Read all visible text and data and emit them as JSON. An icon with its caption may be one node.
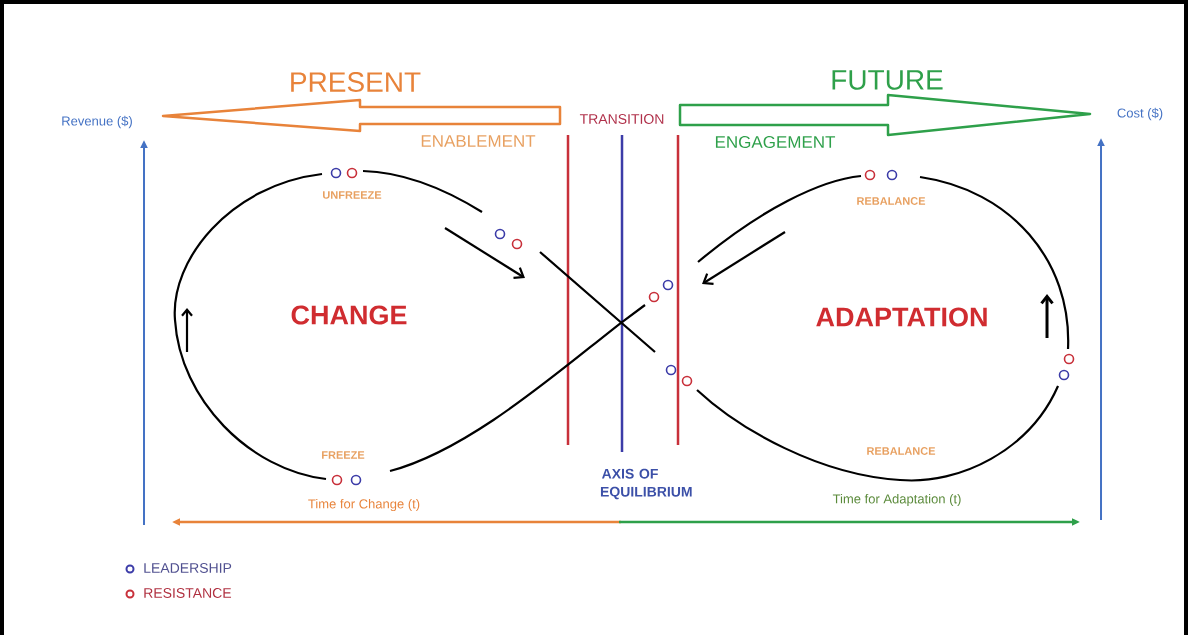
{
  "diagram": {
    "labels": [
      "PRESENT",
      "FUTURE",
      "Revenue ($)",
      "TRANSITION",
      "Cost ($)",
      "ENABLEMENT",
      "ENGAGEMENT",
      "UNFREEZE",
      "REBALANCE",
      "CHANGE",
      "ADAPTATION",
      "FREEZE",
      "REBALANCE",
      "AXIS OF EQUILIBRIUM",
      "Time for Change (t)",
      "Time for Adaptation (t)"
    ],
    "legend": [
      {
        "text": "LEADERSHIP"
      },
      {
        "text": "RESISTANCE"
      }
    ]
  }
}
